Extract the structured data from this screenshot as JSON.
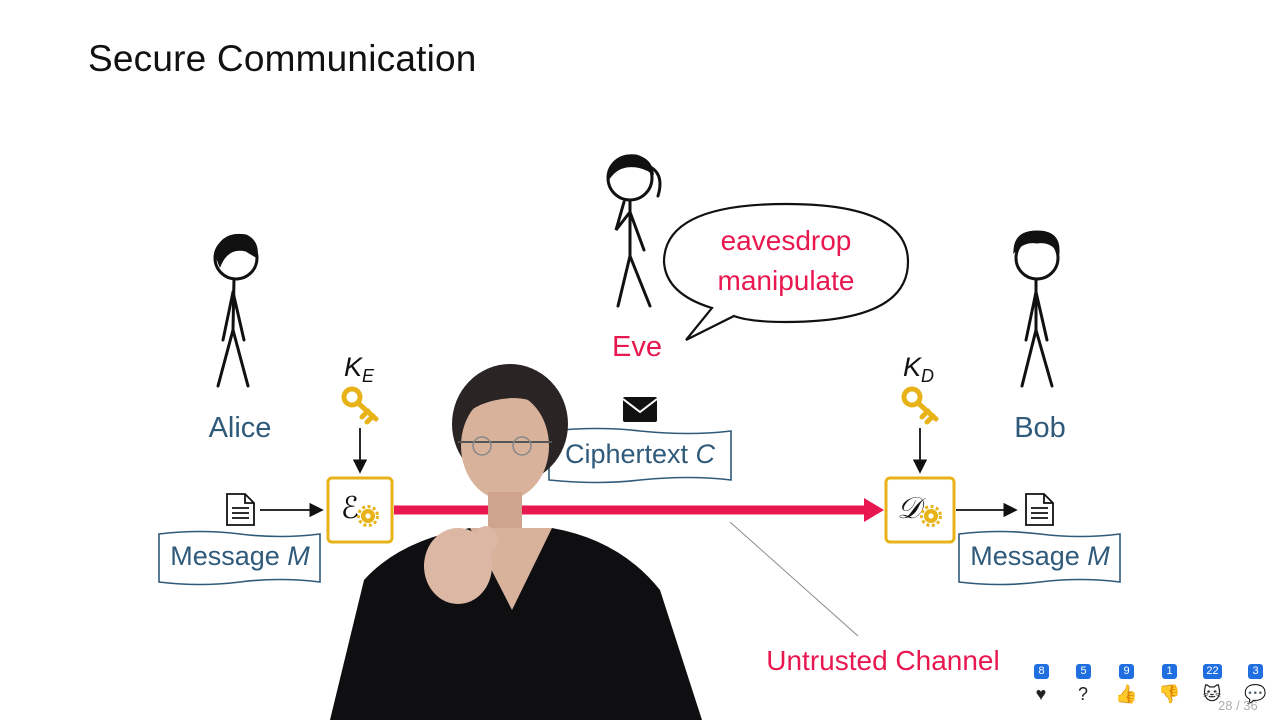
{
  "slide": {
    "title": "Secure Communication",
    "page": "28 / 36"
  },
  "diagram": {
    "alice": "Alice",
    "bob": "Bob",
    "eve": "Eve",
    "speech": [
      "eavesdrop",
      "manipulate"
    ],
    "key_e": {
      "main": "K",
      "sub": "E"
    },
    "key_d": {
      "main": "K",
      "sub": "D"
    },
    "encrypt_symbol": "ℰ",
    "decrypt_symbol": "𝒟",
    "ciphertext": {
      "text": "Ciphertext ",
      "var": "C"
    },
    "message_left": {
      "text": "Message ",
      "var": "M"
    },
    "message_right": {
      "text": "Message ",
      "var": "M"
    },
    "channel": "Untrusted Channel"
  },
  "colors": {
    "accent_red": "#e8174f",
    "label_blue": "#2f5a7a",
    "box_gold": "#e8b318",
    "badge_blue": "#1f6fe0"
  },
  "reactions": [
    {
      "icon": "heart-icon",
      "count": "8",
      "glyph": "♥"
    },
    {
      "icon": "question-icon",
      "count": "5",
      "glyph": "?"
    },
    {
      "icon": "thumbs-up-icon",
      "count": "9",
      "glyph": "👍"
    },
    {
      "icon": "thumbs-down-icon",
      "count": "1",
      "glyph": "👎"
    },
    {
      "icon": "cat-icon",
      "count": "22",
      "glyph": "🐱"
    },
    {
      "icon": "chat-icon",
      "count": "3",
      "glyph": "💬"
    }
  ]
}
